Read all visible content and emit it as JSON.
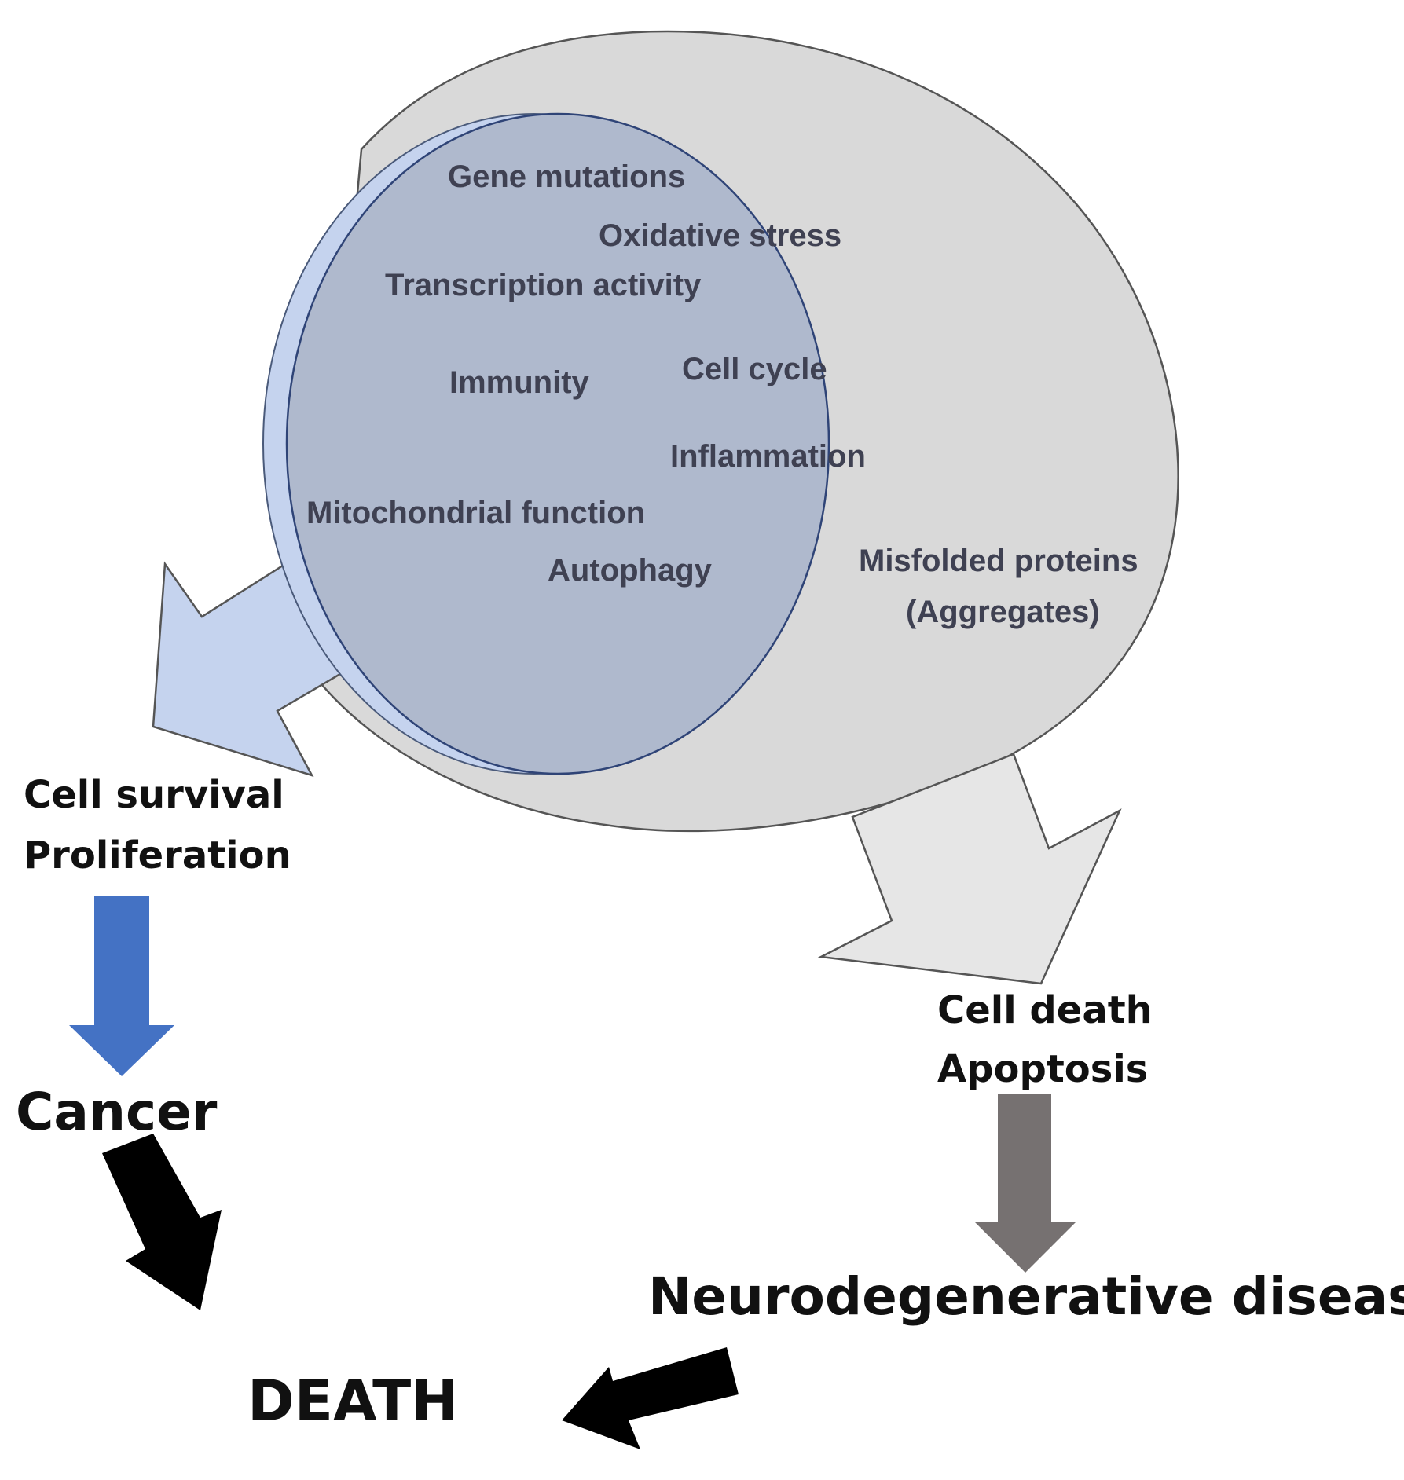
{
  "circle_factors": {
    "gene_mutations": "Gene mutations",
    "oxidative_stress": "Oxidative stress",
    "transcription_activity": "Transcription activity",
    "immunity": "Immunity",
    "cell_cycle": "Cell cycle",
    "inflammation": "Inflammation",
    "mitochondrial_function": "Mitochondrial function",
    "autophagy": "Autophagy"
  },
  "grey_factors": {
    "misfolded_proteins": "Misfolded proteins",
    "aggregates": "(Aggregates)"
  },
  "left_path": {
    "line1": "Cell survival",
    "line2": "Proliferation",
    "disease": "Cancer"
  },
  "right_path": {
    "line1": "Cell death",
    "line2": "Apoptosis",
    "disease": "Neurodegenerative disease"
  },
  "outcome": "DEATH",
  "colors": {
    "blue_circle": "#afb9cd",
    "blue_crescent": "#c5d3ee",
    "grey_circle": "#d9d9d9",
    "grey_arrow": "#e6e6e6",
    "blue_arrow": "#4472c4",
    "dark_grey_arrow": "#767171",
    "black_arrow": "#000000"
  }
}
